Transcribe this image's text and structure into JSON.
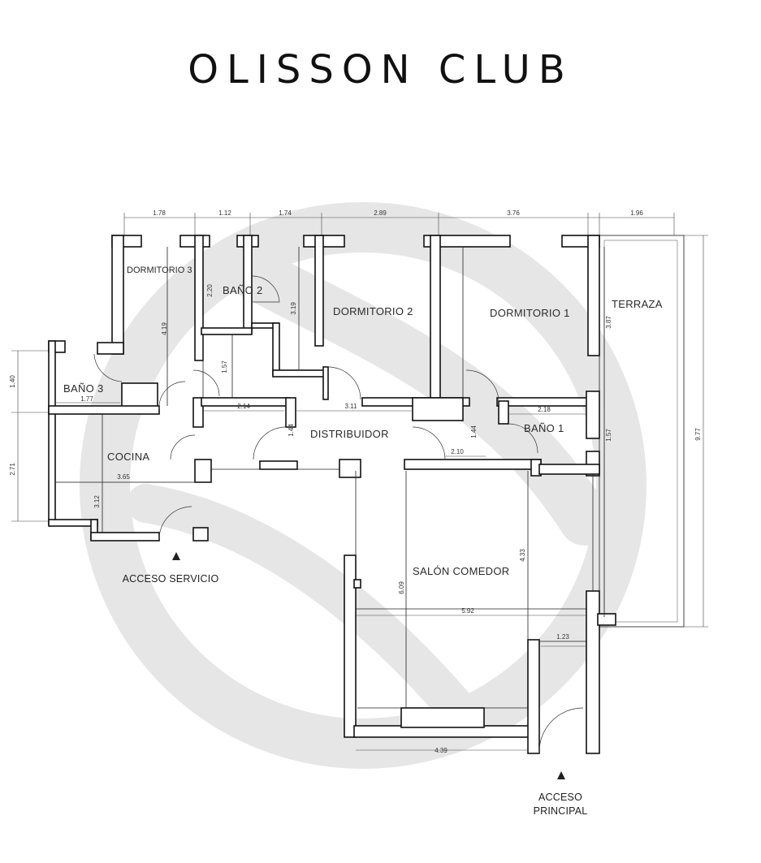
{
  "brand": {
    "title": "OLISSON CLUB"
  },
  "rooms": {
    "dormitorio_3": "DORMITORIO 3",
    "bano_2": "BAÑO 2",
    "dormitorio_2": "DORMITORIO 2",
    "dormitorio_1": "DORMITORIO 1",
    "terraza": "TERRAZA",
    "bano_3": "BAÑO 3",
    "cocina": "COCINA",
    "distribuidor": "DISTRIBUIDOR",
    "bano_1": "BAÑO 1",
    "salon_comedor": "SALÓN  COMEDOR"
  },
  "access": {
    "servicio": "ACCESO SERVICIO",
    "principal_1": "ACCESO",
    "principal_2": "PRINCIPAL"
  },
  "dimensions": {
    "top_1": "1.78",
    "top_2": "1.12",
    "top_3": "1.74",
    "top_4": "2.89",
    "top_5": "3.76",
    "top_6": "1.96",
    "right_total": "9.77",
    "d3_height": "4.19",
    "b2_height": "2.20",
    "b2_lower": "1.57",
    "d2_height": "3.19",
    "d1_height": "3.87",
    "b3_height": "1.40",
    "b3_width": "1.77",
    "dist_left": "2.14",
    "dist_mid": "3.11",
    "dist_h1": "1.44",
    "dist_h2": "1.44",
    "dist_w": "2.10",
    "b1_width": "2.18",
    "b1_height": "1.57",
    "cocina_height": "2.71",
    "cocina_width": "3.65",
    "cocina_inner": "3.12",
    "salon_h1": "4.33",
    "salon_h2": "6.09",
    "salon_w": "5.92",
    "salon_small": "1.23",
    "salon_bottom": "4.39"
  },
  "colors": {
    "watermark": "#e6e6e6",
    "wall": "#111111"
  }
}
